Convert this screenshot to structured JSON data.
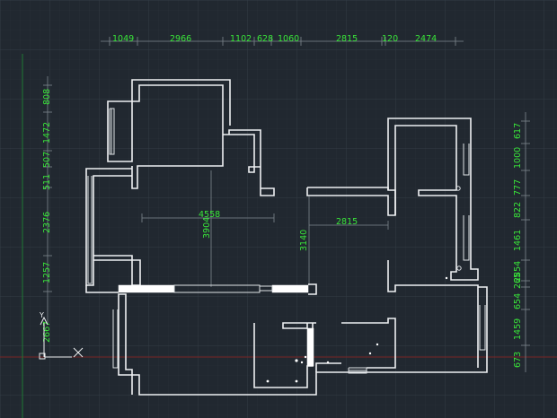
{
  "colors": {
    "background": "#212830",
    "grid": "#2d353e",
    "wall": "#eef0f2",
    "dimension_text": "#39e639",
    "dimension_line": "#7f878f",
    "axis_red": "#8b2a2a",
    "axis_green": "#1f8f3a"
  },
  "top_dimensions": [
    "1049",
    "2966",
    "1102",
    "628",
    "1060",
    "2815",
    "120",
    "2474"
  ],
  "left_dimensions": [
    "808",
    "1472",
    "507",
    "511",
    "2376",
    "1257",
    "2667"
  ],
  "right_dimensions": [
    "617",
    "1000",
    "777",
    "822",
    "1461",
    "2854",
    "265",
    "654",
    "1459",
    "673"
  ],
  "interior_dimensions": {
    "width_main": "4558",
    "height_main": "3904",
    "height_mid": "3140",
    "width_right": "2815"
  },
  "icons": {
    "ucs": "ucs-icon",
    "cursor": "crosshair-icon"
  }
}
